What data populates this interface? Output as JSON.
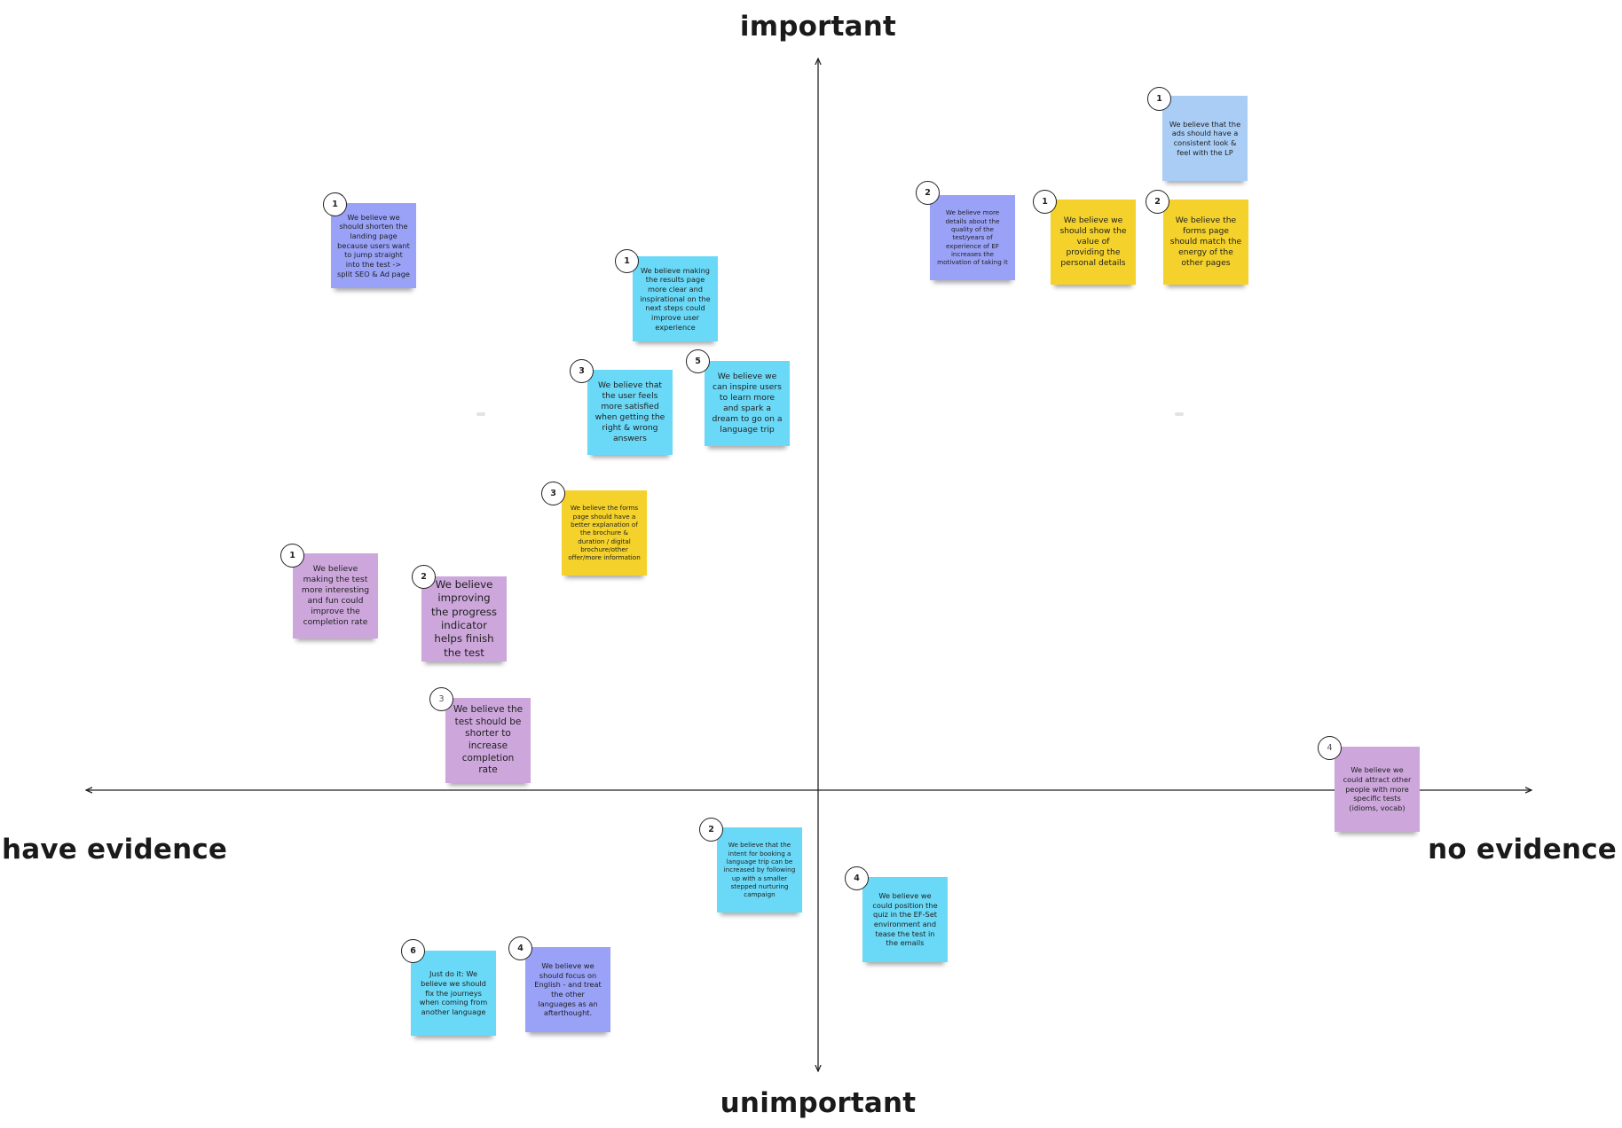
{
  "axes": {
    "top": "important",
    "bottom": "unimportant",
    "left": "have evidence",
    "right": "no evidence"
  },
  "colors": {
    "blue": "#6ad9f7",
    "purple": "#9aa2f8",
    "lilac": "#cda7dc",
    "yellow": "#f4d22b",
    "light_blue": "#a9cdf5"
  },
  "notes": [
    {
      "badge": "1",
      "text": "We believe we should shorten the landing page because users want to jump straight into the test -> split SEO & Ad page",
      "color": "purple"
    },
    {
      "badge": "1",
      "text": "We believe making the results page more clear and inspirational on the next steps could improve user experience",
      "color": "blue"
    },
    {
      "badge": "3",
      "text": "We believe that the user feels more satisfied when getting the right & wrong answers",
      "color": "blue"
    },
    {
      "badge": "5",
      "text": "We believe we can inspire users to learn more and spark a dream to go on a language trip",
      "color": "blue"
    },
    {
      "badge": "3",
      "text": "We believe the forms page should have a better explanation of the brochure & duration / digital brochure/other offer/more information",
      "color": "yellow"
    },
    {
      "badge": "1",
      "text": "We believe making the test more interesting and fun could improve the completion rate",
      "color": "lilac"
    },
    {
      "badge": "2",
      "text": "We believe improving the progress indicator helps finish the test",
      "color": "lilac"
    },
    {
      "badge": "3",
      "text": "We believe  the test should be shorter to increase completion rate",
      "color": "lilac"
    },
    {
      "badge": "1",
      "text": "We believe that the ads should have a consistent look & feel with the LP",
      "color": "light_blue"
    },
    {
      "badge": "2",
      "text": "We believe more details about the quality of the test/years of experience of EF increases the motivation of taking it",
      "color": "purple"
    },
    {
      "badge": "1",
      "text": "We believe we should show the value of providing the personal details",
      "color": "yellow"
    },
    {
      "badge": "2",
      "text": "We believe the forms page should match the energy of the other pages",
      "color": "yellow"
    },
    {
      "badge": "4",
      "text": "We believe we could attract other people with more specific tests (idioms, vocab)",
      "color": "lilac"
    },
    {
      "badge": "2",
      "text": "We believe that the intent for booking a language trip can be increased by following up with a smaller stepped nurturing campaign",
      "color": "blue"
    },
    {
      "badge": "4",
      "text": "We believe we could position the quiz in the EF-Set environment and tease the test in the emails",
      "color": "blue"
    },
    {
      "badge": "6",
      "text": "Just do it: We believe we should fix the journeys when coming from another language",
      "color": "blue"
    },
    {
      "badge": "4",
      "text": "We believe we should focus on English - and treat the other languages as an afterthought.",
      "color": "purple"
    }
  ]
}
